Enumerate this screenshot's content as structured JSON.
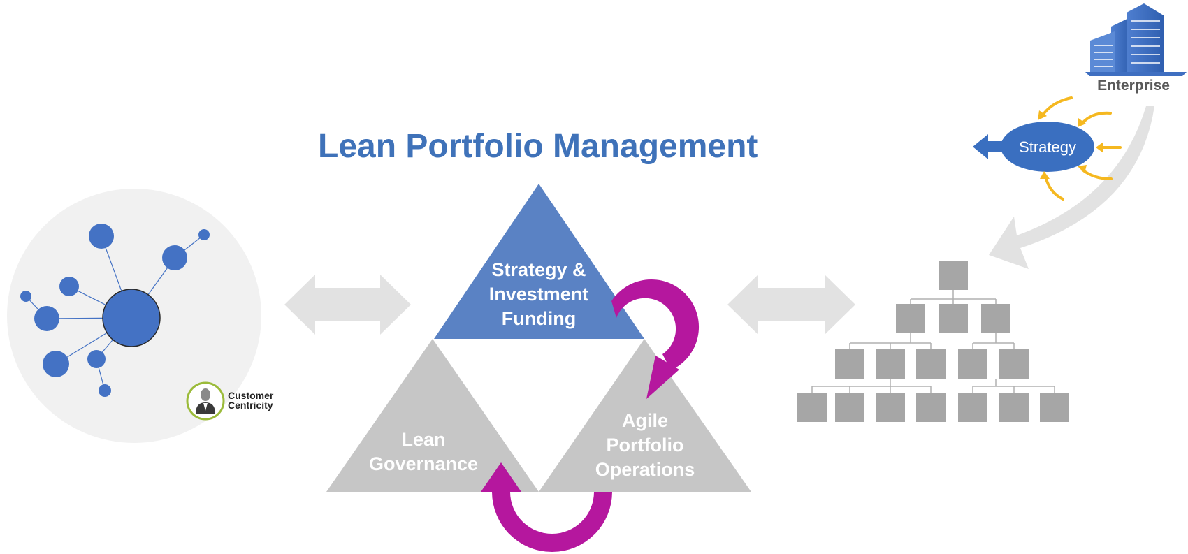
{
  "title": "Lean Portfolio Management",
  "triangles": {
    "top": {
      "lines": [
        "Strategy &",
        "Investment",
        "Funding"
      ]
    },
    "left": {
      "lines": [
        "Lean",
        "Governance"
      ]
    },
    "right": {
      "lines": [
        "Agile",
        "Portfolio",
        "Operations"
      ]
    }
  },
  "customer": {
    "lines": [
      "Customer",
      "Centricity"
    ]
  },
  "enterprise": {
    "label": "Enterprise"
  },
  "strategy": {
    "label": "Strategy"
  },
  "colors": {
    "title_blue": "#3f72b9",
    "top_triangle": "#5a82c4",
    "gray_triangle": "#c6c6c6",
    "loop_arrow": "#b5179e",
    "node_blue": "#4472c4",
    "org_box": "#a6a6a6",
    "light_arrow": "#e2e2e2",
    "orange_arrow": "#f5b820",
    "customer_ring": "#9bbb3a"
  },
  "icons": {
    "network": "network-graph-icon",
    "customer": "customer-person-icon",
    "enterprise": "building-icon",
    "org_chart": "org-chart-icon"
  }
}
